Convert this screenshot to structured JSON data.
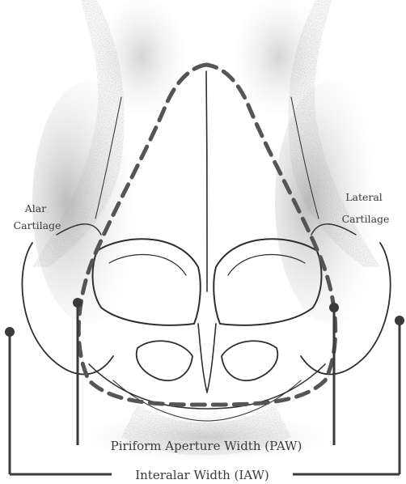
{
  "labels": {
    "alar_cartilage": [
      "Alar",
      "Cartilage"
    ],
    "lateral_cartilage": [
      "Lateral",
      "Cartilage"
    ],
    "paw": "Piriform Aperture Width (PAW)",
    "iaw": "Interalar Width (IAW)"
  },
  "colors": {
    "ink": "#2e2e2e",
    "dashed_outline": "#555555",
    "shading": "#9a9a9a",
    "marker": "#3a3a3a"
  }
}
